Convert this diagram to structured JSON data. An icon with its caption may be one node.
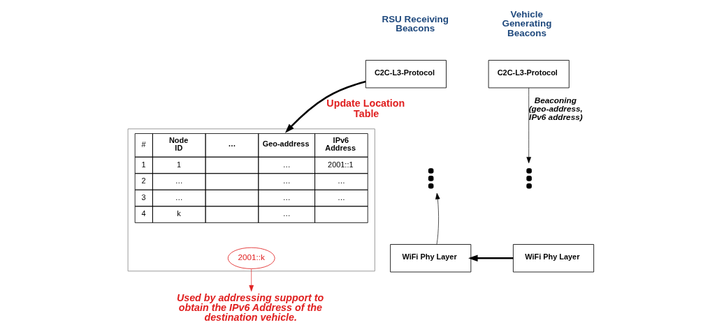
{
  "diagram": {
    "nodes": [
      {
        "text": [
          "C2C-L3-Protocol"
        ]
      },
      {
        "text": [
          "C2C-L3-Protocol"
        ]
      },
      {
        "text": [],
        "shape": "dots"
      },
      {
        "text": [],
        "shape": "dots"
      },
      {
        "text": [],
        "shape": "table"
      },
      {
        "text": [
          "2001::k"
        ],
        "in": 4
      },
      {
        "text": [
          "WiFi Phy Layer"
        ]
      },
      {
        "text": [
          "WiFi Phy Layer"
        ]
      },
      {
        "text": [
          "Used by addressing support to obtain the IPv6 Address of the destination vehicle."
        ]
      }
    ],
    "edges": [
      {
        "from": 0,
        "to": 4,
        "arrow": "to",
        "label": "Update Location Table",
        "style": "thick"
      },
      {
        "from": 1,
        "to": 3,
        "arrow": "to",
        "label": "Beaconing (geo-address, IPv6 address)"
      },
      {
        "from": 7,
        "to": 6,
        "arrow": "to",
        "style": "thick"
      },
      {
        "from": 6,
        "to": 2,
        "arrow": "to"
      },
      {
        "from": 5,
        "to": 8,
        "arrow": "to",
        "color": "#e02020"
      }
    ],
    "labels": [
      "RSU Receiving Beacons",
      "Vehicle Generating Beacons",
      "#",
      "Node ID",
      "…",
      "Geo-address",
      "IPv6 Address",
      "1",
      "1",
      "…",
      "2001::1",
      "2",
      "…",
      "…",
      "…",
      "3",
      "…",
      "…",
      "…",
      "4",
      "k",
      "…"
    ]
  }
}
